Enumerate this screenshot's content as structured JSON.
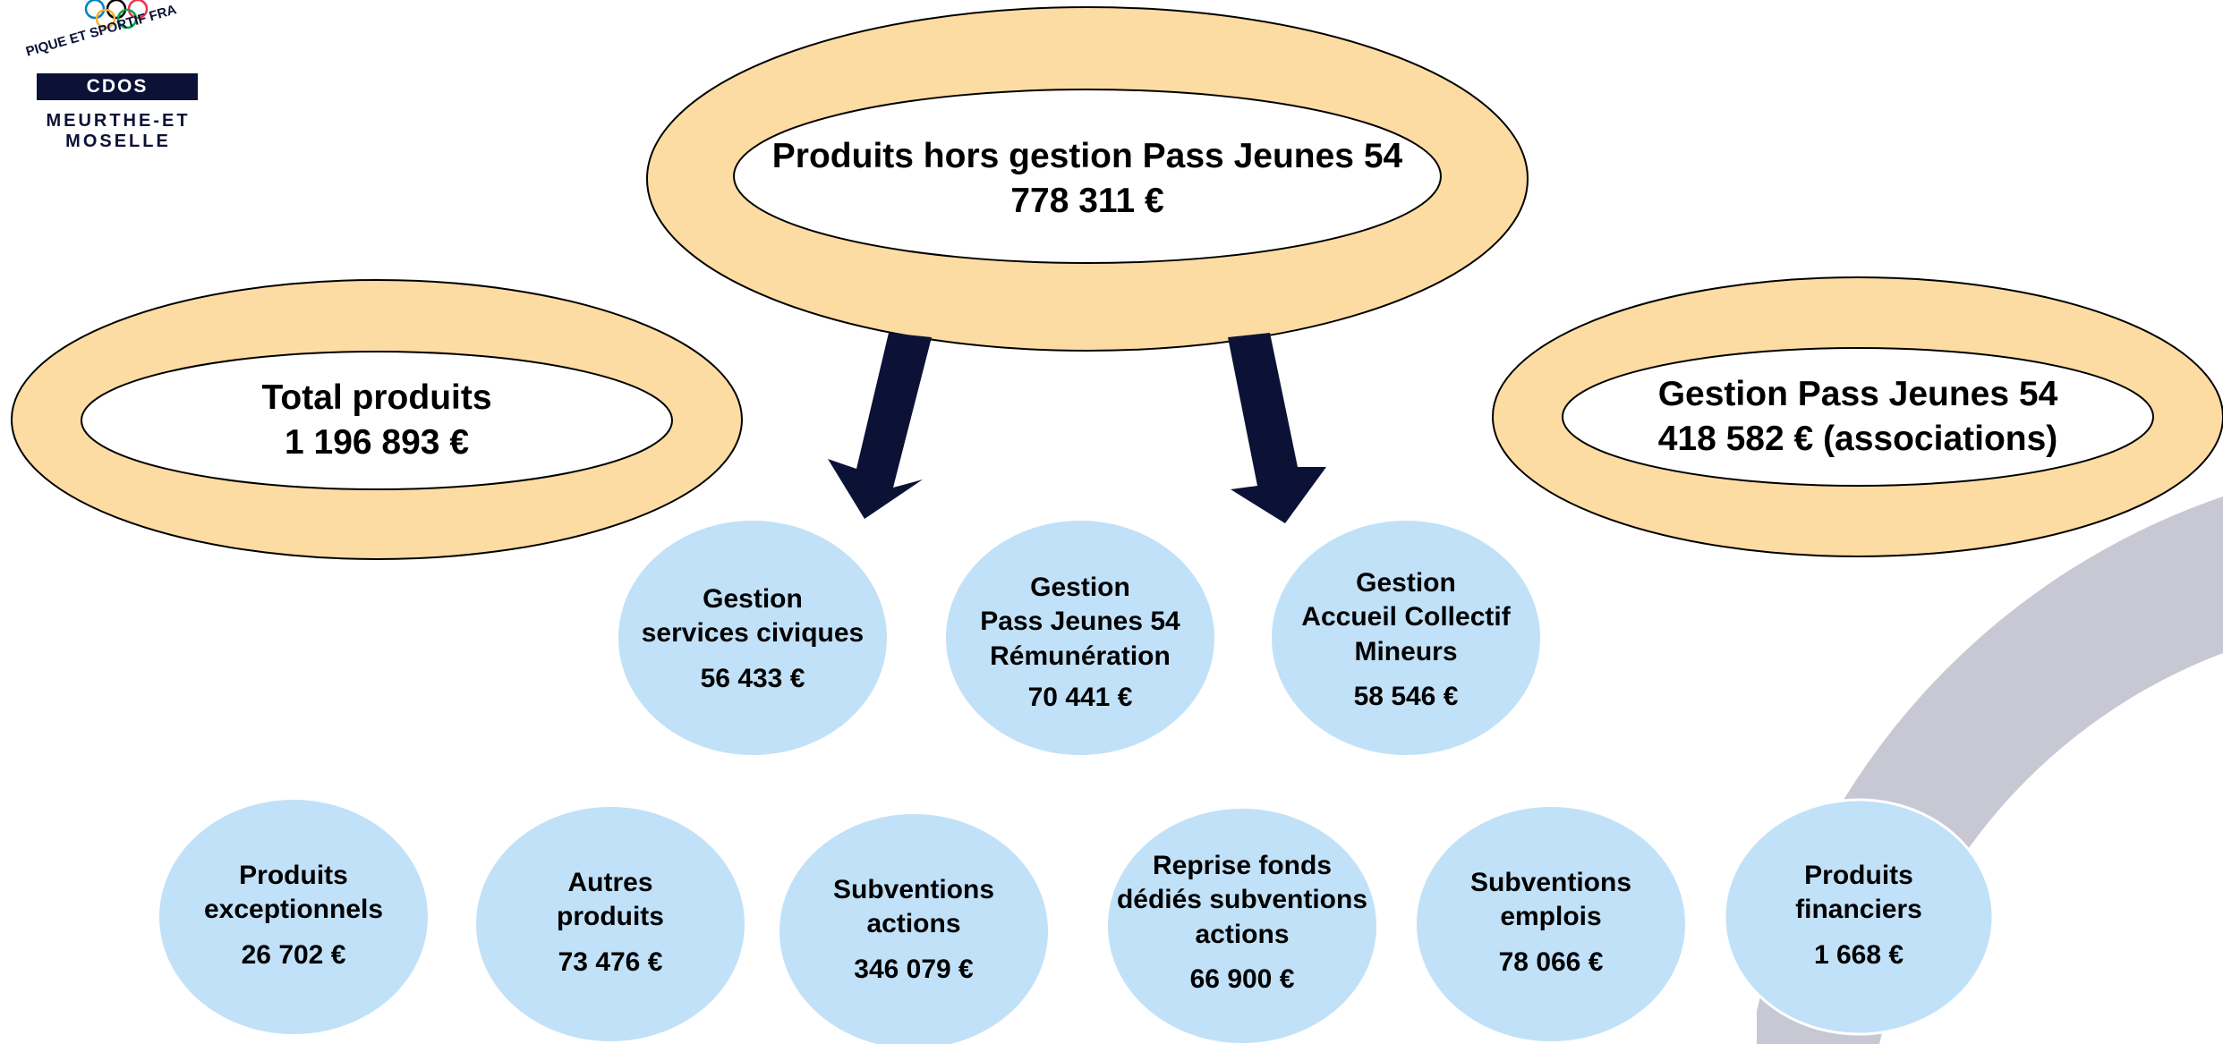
{
  "logo": {
    "ring_text": "PIQUE ET SPORTIF FRA",
    "box_label": "CDOS",
    "region_line1": "MEURTHE-ET",
    "region_line2": "MOSELLE"
  },
  "colors": {
    "ring_orange": "#fcdca3",
    "bubble_blue": "#c1e1f8",
    "arrow_navy": "#0b1236",
    "arc_gray": "#c8c8d4"
  },
  "top_node": {
    "label": "Produits hors gestion Pass Jeunes 54",
    "amount": "778 311 €"
  },
  "total_node": {
    "label": "Total produits",
    "amount": "1 196 893 €"
  },
  "pass_node": {
    "label": "Gestion Pass Jeunes 54",
    "amount": "418 582 € (associations)"
  },
  "middle_row": [
    {
      "lines": [
        "Gestion",
        "services civiques"
      ],
      "amount": "56 433 €"
    },
    {
      "lines": [
        "Gestion",
        "Pass Jeunes 54",
        "Rémunération"
      ],
      "amount": "70 441 €"
    },
    {
      "lines": [
        "Gestion",
        "Accueil Collectif",
        "Mineurs"
      ],
      "amount": "58 546 €"
    }
  ],
  "bottom_row": [
    {
      "lines": [
        "Produits",
        "exceptionnels"
      ],
      "amount": "26 702 €"
    },
    {
      "lines": [
        "Autres",
        "produits"
      ],
      "amount": "73 476 €"
    },
    {
      "lines": [
        "Subventions",
        "actions"
      ],
      "amount": "346 079 €"
    },
    {
      "lines": [
        "Reprise fonds",
        "dédiés subventions",
        "actions"
      ],
      "amount": "66 900 €"
    },
    {
      "lines": [
        "Subventions",
        "emplois"
      ],
      "amount": "78 066 €"
    },
    {
      "lines": [
        "Produits",
        "financiers"
      ],
      "amount": "1 668 €"
    }
  ]
}
